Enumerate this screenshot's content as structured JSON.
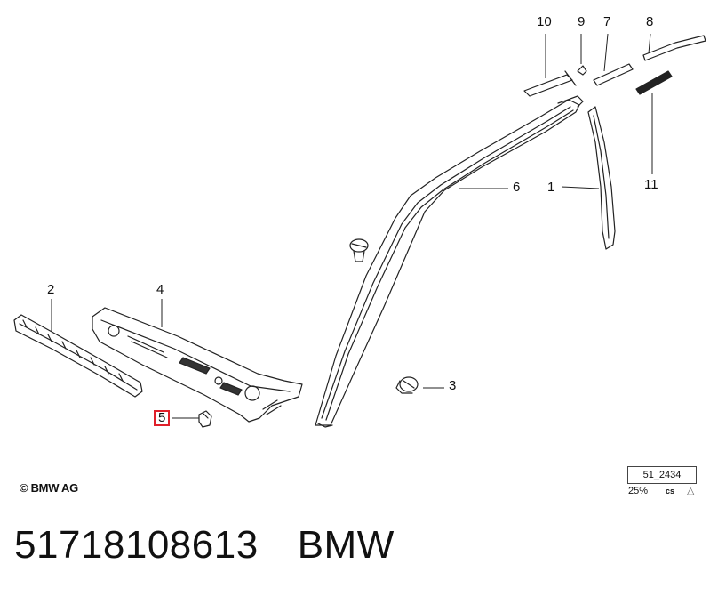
{
  "callouts": [
    {
      "id": "c1",
      "label": "1"
    },
    {
      "id": "c2",
      "label": "2"
    },
    {
      "id": "c3",
      "label": "3"
    },
    {
      "id": "c4",
      "label": "4"
    },
    {
      "id": "c5",
      "label": "5",
      "highlighted": true
    },
    {
      "id": "c6",
      "label": "6"
    },
    {
      "id": "c7",
      "label": "7"
    },
    {
      "id": "c8",
      "label": "8"
    },
    {
      "id": "c9",
      "label": "9"
    },
    {
      "id": "c10",
      "label": "10"
    },
    {
      "id": "c11",
      "label": "11"
    }
  ],
  "highlight_color": "#e0202a",
  "copyright": "© BMW AG",
  "diagram_ref": "51_2434",
  "scale": "25%",
  "scale_code": "cs",
  "scale_mark": "△",
  "part_number": "51718108613",
  "brand": "BMW"
}
